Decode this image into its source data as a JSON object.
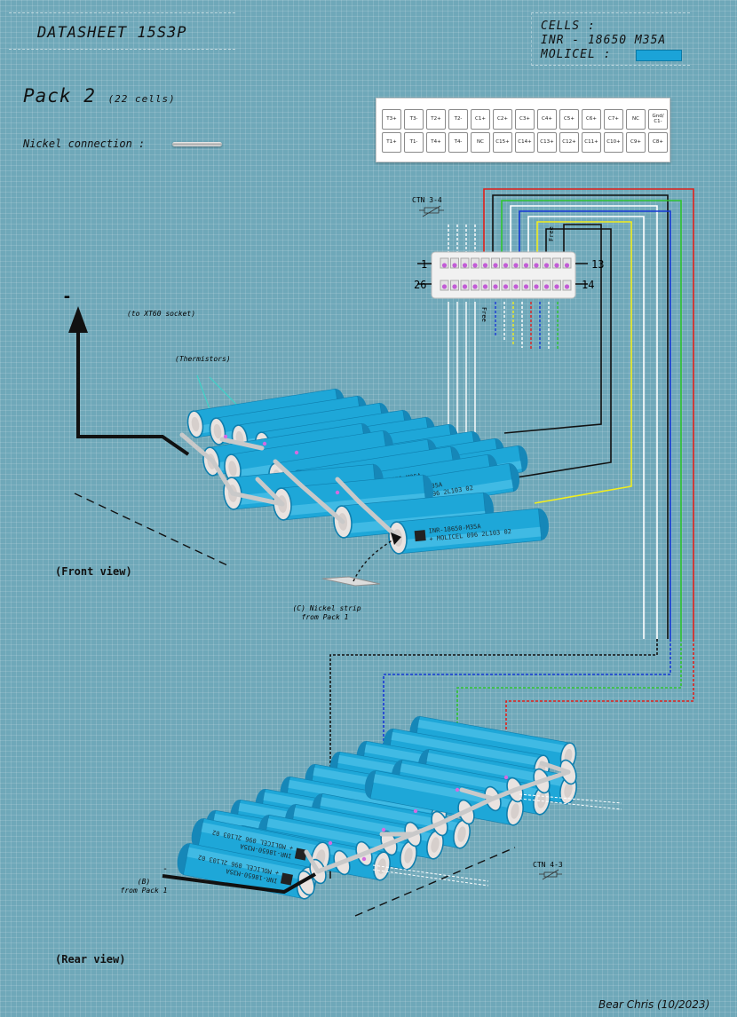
{
  "header": {
    "title": "DATASHEET 15S3P",
    "cells_label": "CELLS :",
    "cell_model": "INR - 18650 M35A",
    "brand": "MOLICEL :"
  },
  "pack": {
    "title": "Pack 2",
    "subtitle": "(22 cells)",
    "nickel_label": "Nickel connection :"
  },
  "connector": {
    "top_row": [
      "T3+",
      "T3-",
      "T2+",
      "T2-",
      "C1+",
      "C2+",
      "C3+",
      "C4+",
      "C5+",
      "C6+",
      "C7+",
      "NC",
      "Gnd/ C1-"
    ],
    "bottom_row": [
      "T1+",
      "T1-",
      "T4+",
      "T4-",
      "NC",
      "C15+",
      "C14+",
      "C13+",
      "C12+",
      "C11+",
      "C10+",
      "C9+",
      "C8+"
    ],
    "pin_first_top": "1",
    "pin_last_top": "13",
    "pin_first_bottom": "26",
    "pin_last_bottom": "14",
    "free_label_top": "Free",
    "free_label_bottom": "Free",
    "ctn_top": "CTN 3-4",
    "ctn_bottom": "CTN 4-3"
  },
  "annotations": {
    "minus_sign": "-",
    "xt60": "(to XT60 socket)",
    "thermistors": "(Thermistors)",
    "nickel_strip_c": "(C) Nickel strip",
    "from_pack1_c": "from Pack 1",
    "b_label": "(B)",
    "from_pack1_b": "from Pack 1",
    "rear_minus": "-",
    "cell_text_1": "INR-18650-M35A",
    "cell_text_2": "+ MOLICEL 096 2L103 02"
  },
  "views": {
    "front": "(Front view)",
    "rear": "(Rear view)"
  },
  "footer": {
    "author": "Bear Chris (10/2023)"
  },
  "colors": {
    "background": "#6fa8b9",
    "cell_blue": "#1ea7d8",
    "wire_red": "#e0201a",
    "wire_green": "#2fc42f",
    "wire_blue": "#1737d6",
    "wire_yellow": "#f2ee1d",
    "wire_black": "#111111",
    "wire_white": "#ffffff"
  }
}
